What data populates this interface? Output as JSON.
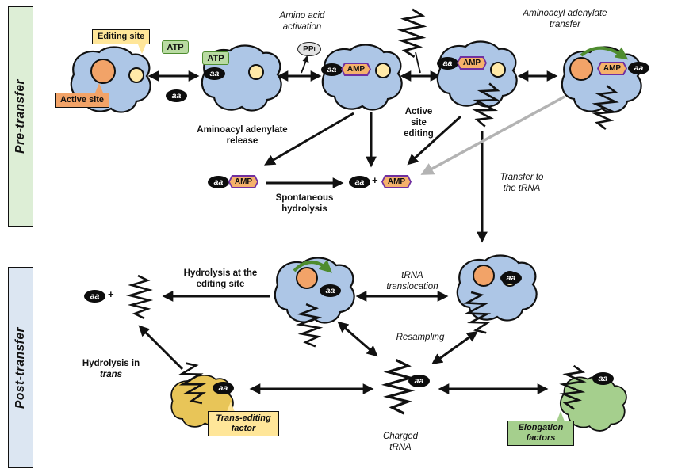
{
  "sidebar": {
    "pre_transfer": "Pre-transfer",
    "post_transfer": "Post-transfer"
  },
  "callouts": {
    "editing_site": "Editing site",
    "active_site": "Active site",
    "trans_prefix": "Trans-",
    "trans_rest": "editing factor",
    "elongation": "Elongation factors"
  },
  "molecules": {
    "aa": "aa",
    "atp": "ATP",
    "amp": "AMP",
    "ppi_main": "PP",
    "ppi_sub": "i",
    "plus": "+"
  },
  "labels": {
    "amino_acid_activation": "Amino acid activation",
    "aminoacyl_adenylate_transfer": "Aminoacyl adenylate transfer",
    "aminoacyl_adenylate_release": "Aminoacyl adenylate release",
    "spontaneous_hydrolysis": "Spontaneous hydrolysis",
    "active_site_editing": "Active site editing",
    "transfer_to_trna": "Transfer to the tRNA",
    "trna_translocation": "tRNA translocation",
    "resampling": "Resampling",
    "hydrolysis_editing_site": "Hydrolysis at the editing site",
    "hydrolysis_in": "Hydrolysis in",
    "hydrolysis_trans": "trans",
    "charged_trna": "Charged tRNA"
  },
  "colors": {
    "enzyme_blue": "#adc6e6",
    "active_site_orange": "#f2a368",
    "editing_site_yellow": "#ffe9a8",
    "atp_green_fill": "#b9dba2",
    "atp_green_border": "#4e8c2f",
    "amp_fill": "#f5b26b",
    "amp_border": "#7030a0",
    "ppi_gray": "#e3e3e3",
    "callout_yellow": "#ffe699",
    "trans_factor_yellow": "#e8c558",
    "elongation_green": "#a5cf8d",
    "pre_transfer_bg": "#ddeed6",
    "post_transfer_bg": "#dce6f2",
    "green_arrow": "#4e8c2f",
    "gray_arrow": "#b3b3b3"
  }
}
